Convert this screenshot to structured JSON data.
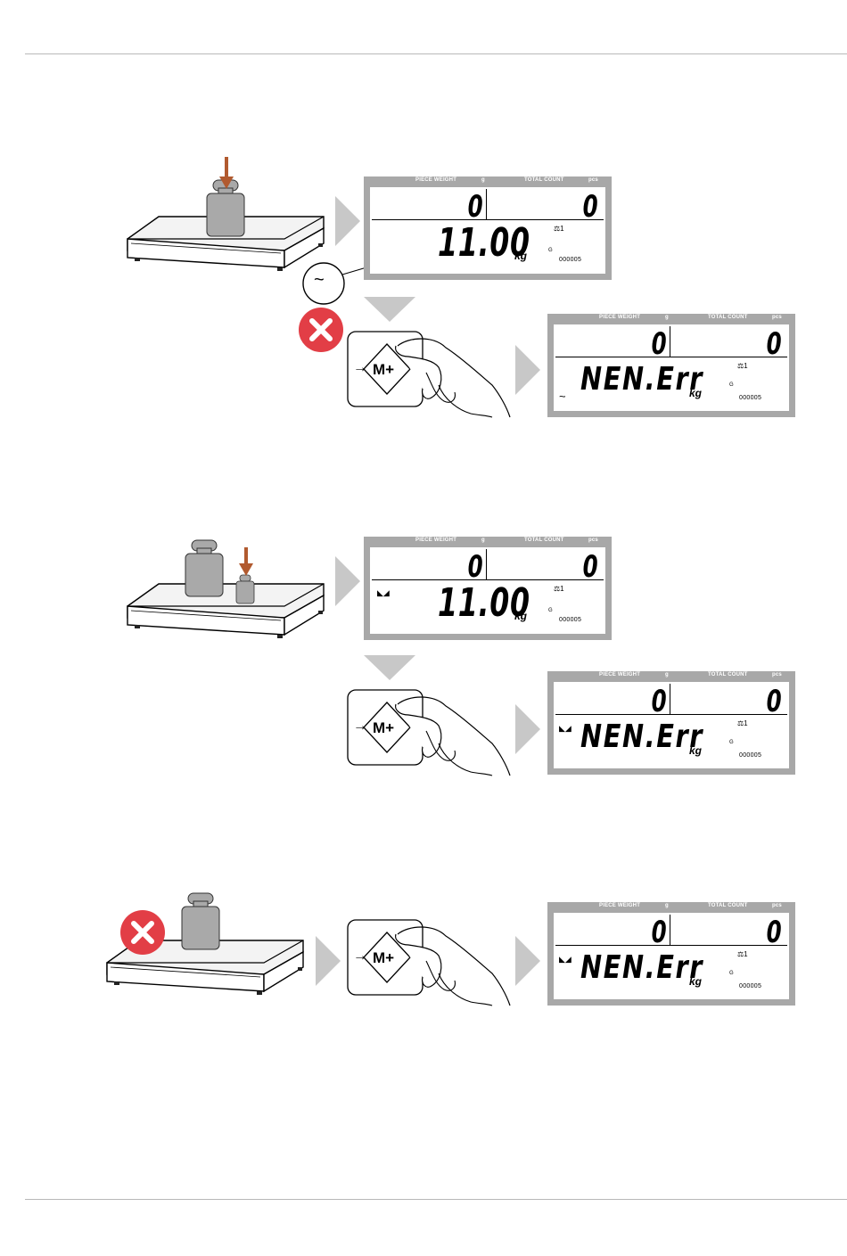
{
  "display_labels": {
    "piece_weight": "PIECE WEIGHT",
    "piece_unit": "g",
    "total_count": "TOTAL COUNT",
    "total_unit": "pcs",
    "kg": "kg",
    "g_marker": "G",
    "counter": "000005",
    "balance_number": "1"
  },
  "key": {
    "label": "M+",
    "arrow": "→"
  },
  "stability_glyph": "~",
  "displays": [
    {
      "piece": "0",
      "total": "0",
      "main": "11.00"
    },
    {
      "piece": "0",
      "total": "0",
      "main": "NEN.Err"
    },
    {
      "piece": "0",
      "total": "0",
      "main": "11.00"
    },
    {
      "piece": "0",
      "total": "0",
      "main": "NEN.Err"
    },
    {
      "piece": "0",
      "total": "0",
      "main": "NEN.Err"
    }
  ],
  "icons": {
    "error": "x-circle-icon",
    "arrow": "chevron-right-icon",
    "down": "chevron-down-icon",
    "push": "down-arrow-icon"
  },
  "colors": {
    "error_red": "#e23e46",
    "arrow_grey": "#c8c8c8",
    "lcd_frame": "#a8a8a8",
    "weight_grey": "#a9a9a9",
    "push_arrow": "#b15a2f"
  }
}
